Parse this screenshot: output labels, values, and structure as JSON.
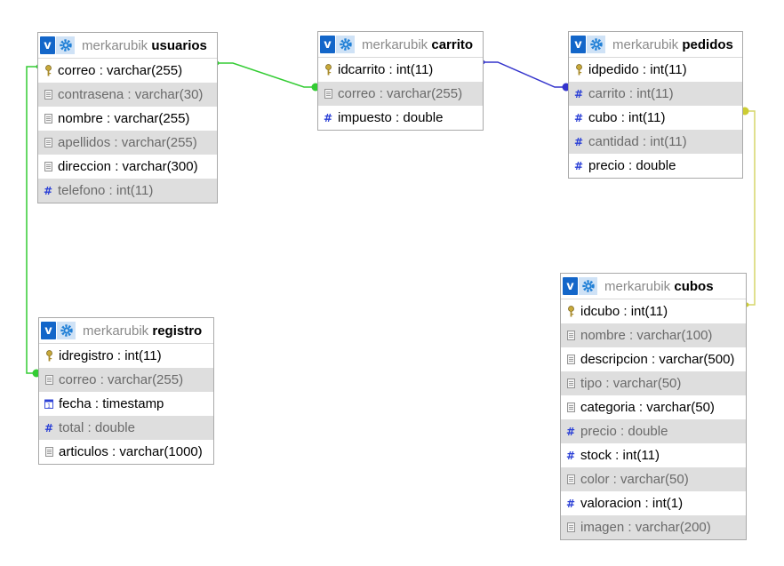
{
  "db": "merkarubik",
  "tables": {
    "usuarios": {
      "name": "usuarios",
      "columns": [
        {
          "name": "correo",
          "type": "varchar(255)",
          "icon": "primary-key-icon"
        },
        {
          "name": "contrasena",
          "type": "varchar(30)",
          "icon": "string-column-icon"
        },
        {
          "name": "nombre",
          "type": "varchar(255)",
          "icon": "string-column-icon"
        },
        {
          "name": "apellidos",
          "type": "varchar(255)",
          "icon": "string-column-icon"
        },
        {
          "name": "direccion",
          "type": "varchar(300)",
          "icon": "string-column-icon"
        },
        {
          "name": "telefono",
          "type": "int(11)",
          "icon": "numeric-column-icon"
        }
      ]
    },
    "carrito": {
      "name": "carrito",
      "columns": [
        {
          "name": "idcarrito",
          "type": "int(11)",
          "icon": "primary-key-icon"
        },
        {
          "name": "correo",
          "type": "varchar(255)",
          "icon": "string-column-icon"
        },
        {
          "name": "impuesto",
          "type": "double",
          "icon": "numeric-column-icon"
        }
      ]
    },
    "pedidos": {
      "name": "pedidos",
      "columns": [
        {
          "name": "idpedido",
          "type": "int(11)",
          "icon": "primary-key-icon"
        },
        {
          "name": "carrito",
          "type": "int(11)",
          "icon": "numeric-column-icon"
        },
        {
          "name": "cubo",
          "type": "int(11)",
          "icon": "numeric-column-icon"
        },
        {
          "name": "cantidad",
          "type": "int(11)",
          "icon": "numeric-column-icon"
        },
        {
          "name": "precio",
          "type": "double",
          "icon": "numeric-column-icon"
        }
      ]
    },
    "registro": {
      "name": "registro",
      "columns": [
        {
          "name": "idregistro",
          "type": "int(11)",
          "icon": "primary-key-icon"
        },
        {
          "name": "correo",
          "type": "varchar(255)",
          "icon": "string-column-icon"
        },
        {
          "name": "fecha",
          "type": "timestamp",
          "icon": "timestamp-column-icon"
        },
        {
          "name": "total",
          "type": "double",
          "icon": "numeric-column-icon"
        },
        {
          "name": "articulos",
          "type": "varchar(1000)",
          "icon": "string-column-icon"
        }
      ]
    },
    "cubos": {
      "name": "cubos",
      "columns": [
        {
          "name": "idcubo",
          "type": "int(11)",
          "icon": "primary-key-icon"
        },
        {
          "name": "nombre",
          "type": "varchar(100)",
          "icon": "string-column-icon"
        },
        {
          "name": "descripcion",
          "type": "varchar(500)",
          "icon": "string-column-icon"
        },
        {
          "name": "tipo",
          "type": "varchar(50)",
          "icon": "string-column-icon"
        },
        {
          "name": "categoria",
          "type": "varchar(50)",
          "icon": "string-column-icon"
        },
        {
          "name": "precio",
          "type": "double",
          "icon": "numeric-column-icon"
        },
        {
          "name": "stock",
          "type": "int(11)",
          "icon": "numeric-column-icon"
        },
        {
          "name": "color",
          "type": "varchar(50)",
          "icon": "string-column-icon"
        },
        {
          "name": "valoracion",
          "type": "int(1)",
          "icon": "numeric-column-icon"
        },
        {
          "name": "imagen",
          "type": "varchar(200)",
          "icon": "string-column-icon"
        }
      ]
    }
  },
  "relations": [
    {
      "from": "usuarios.correo",
      "to": "carrito.correo",
      "color": "#33cc33"
    },
    {
      "from": "usuarios.correo",
      "to": "registro.correo",
      "color": "#33cc33"
    },
    {
      "from": "carrito.idcarrito",
      "to": "pedidos.carrito",
      "color": "#3333cc"
    },
    {
      "from": "pedidos.cubo",
      "to": "cubos.idcubo",
      "color": "#cccc33"
    }
  ],
  "colors": {
    "header_v": "#1366c9",
    "alt_row": "#dedede",
    "numeric_icon": "#2a3fd6"
  }
}
